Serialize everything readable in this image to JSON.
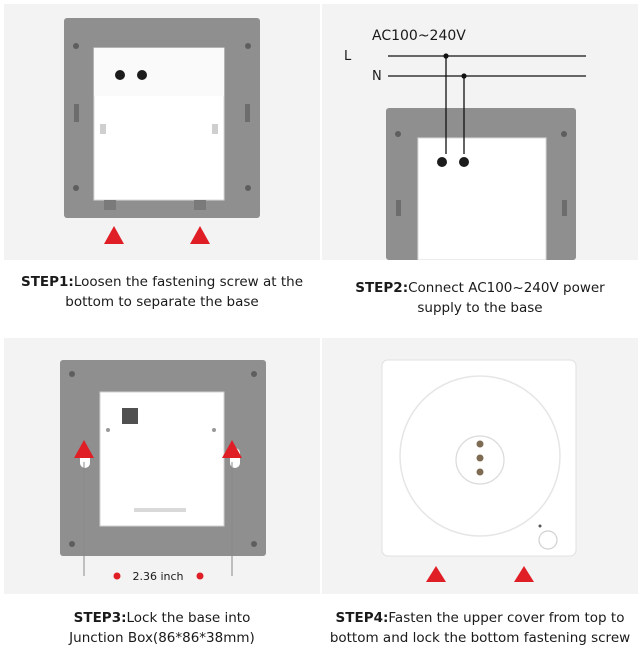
{
  "colors": {
    "frame": "#8f8f90",
    "module": "#ffffff",
    "arrow": "#e01e25",
    "wire": "#111111",
    "text": "#1a1a1a"
  },
  "step1": {
    "label": "STEP1:",
    "line1": "Loosen the fastening screw at the",
    "line2": "bottom to separate the base"
  },
  "step2": {
    "wire_title": "AC100~240V",
    "wire_l": "L",
    "wire_n": "N",
    "label": "STEP2:",
    "line1": "Connect AC100~240V power",
    "line2": "supply to the base"
  },
  "step3": {
    "dimension": "2.36 inch",
    "label": "STEP3:",
    "line1": "Lock the base into",
    "line2": "Junction Box(86*86*38mm)"
  },
  "step4": {
    "label": "STEP4:",
    "line1": "Fasten the upper cover from top to",
    "line2": "bottom and lock the bottom fastening screw"
  }
}
